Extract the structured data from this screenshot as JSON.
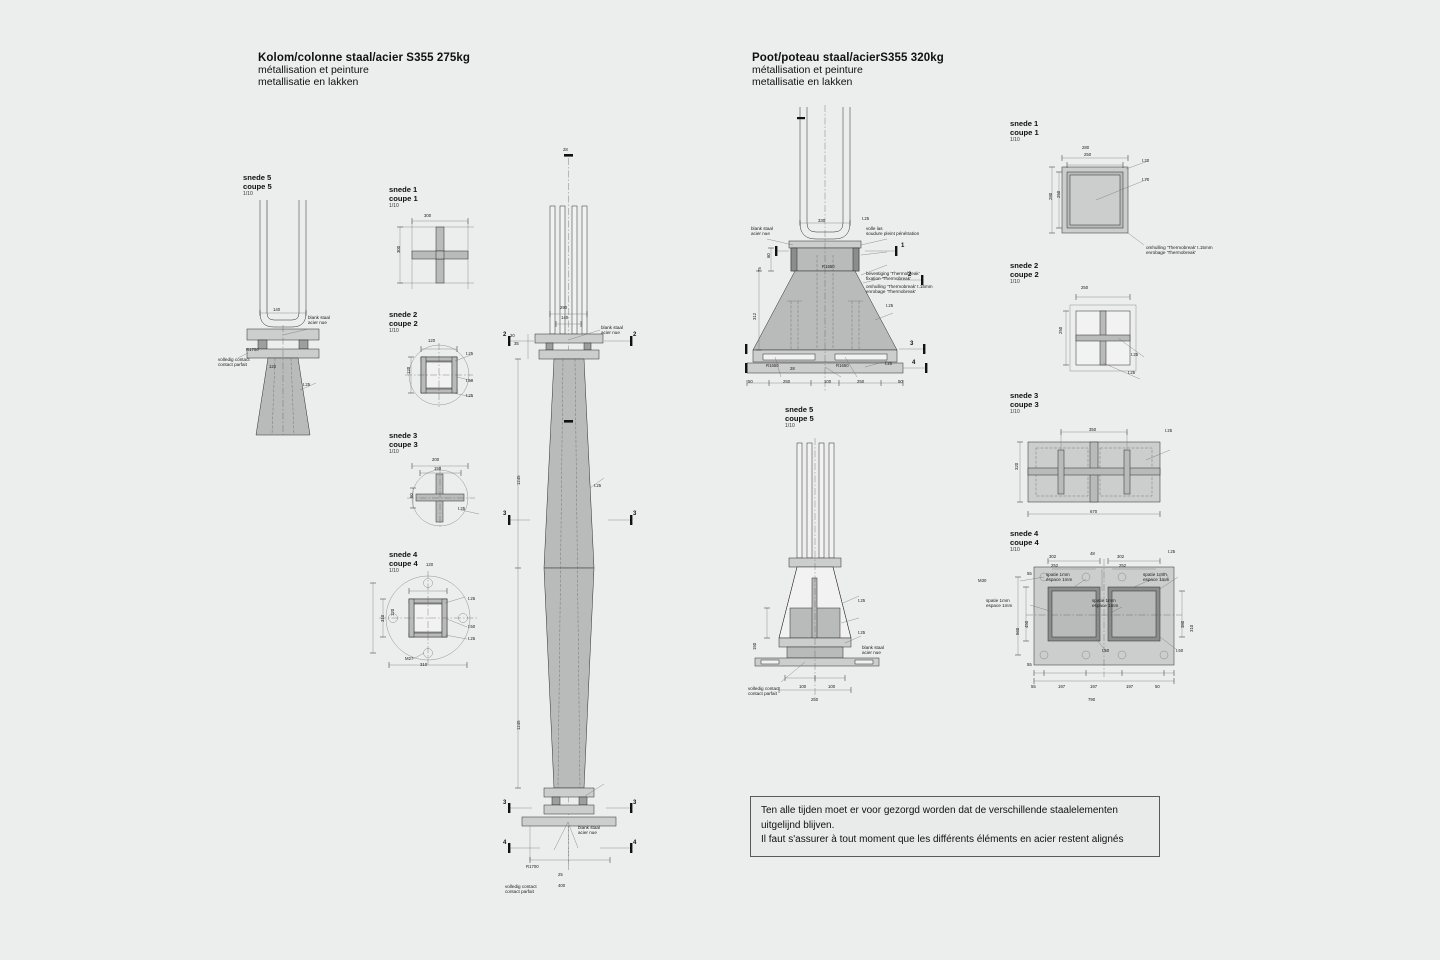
{
  "sheet": {
    "background": "#eceded",
    "line_color": "#2b2b2b"
  },
  "titles": {
    "left": {
      "heading": "Kolom/colonne staal/acier S355 275kg",
      "line2": "métallisation et peinture",
      "line3": "metallisatie en lakken"
    },
    "right": {
      "heading": "Poot/poteau staal/acierS355 320kg",
      "line2": "métallisation et peinture",
      "line3": "metallisatie en lakken"
    }
  },
  "note": {
    "line1": "Ten alle tijden moet er voor gezorgd worden dat de verschillende staalelementen",
    "line2": "uitgelijnd blijven.",
    "line3": "Il faut s'assurer à tout moment que les différents éléments en acier restent alignés"
  },
  "common_labels": {
    "blank_staal": "blank staal",
    "acier_nue": "acier nue",
    "volledig_contact": "volledig contact",
    "contact_parfait": "contact parfait",
    "volle_las": "volle las",
    "soudure": "soudure pleint pénétration",
    "bevestiging": "bevestiging 'Thermobreak'",
    "fixation": "fixation 'Thermobreak'",
    "omhulling": "omhulling 'Thermobreak' t.15mm",
    "enrobage": "enrobage 'Thermobreak'",
    "spatie": "spatie 1mm",
    "espace": "espace 1mm",
    "m30": "M30",
    "m27": "M27",
    "t20": "t.20",
    "t25": "t.25",
    "t50": "t.50",
    "t70": "t.70",
    "t15": "t.15"
  },
  "kolom": {
    "snede5": {
      "title_nl": "snede 5",
      "title_fr": "coupe 5",
      "scale": "1/10",
      "dims": {
        "width": "140",
        "radius": "R1700",
        "thick": "t.25",
        "inner": "120"
      },
      "labels": {
        "steel_nl": "blank staal",
        "steel_fr": "acier nue",
        "contact_nl": "volledig contact",
        "contact_fr": "contact parfait"
      }
    },
    "snede1": {
      "title_nl": "snede 1",
      "title_fr": "coupe 1",
      "scale": "1/10",
      "dims": {
        "w": "300",
        "h": "300"
      }
    },
    "snede2": {
      "title_nl": "snede 2",
      "title_fr": "coupe 2",
      "scale": "1/10",
      "dims": {
        "w": "120",
        "h": "120",
        "t_top": "t.25",
        "t_mid": "t.50",
        "t_bot": "t.25"
      }
    },
    "snede3": {
      "title_nl": "snede 3",
      "title_fr": "coupe 3",
      "scale": "1/10",
      "dims": {
        "outer": "200",
        "inner": "150",
        "h": "50",
        "t": "t.25"
      }
    },
    "snede4": {
      "title_nl": "snede 4",
      "title_fr": "coupe 4",
      "scale": "1/10",
      "dims": {
        "inner": "120",
        "outer_h": "310",
        "outer_w": "310",
        "mid": "120",
        "t_top": "t.25",
        "t_mid": "t.50",
        "t_bot": "t.25",
        "bolt": "M27"
      }
    },
    "elevation": {
      "top_dim": "28",
      "d_top_total": "290",
      "d_top_inner": "140",
      "d_upper_len": "1245",
      "d_lower_len": "1245",
      "mid_thk": "t.25",
      "base_r": "R1700",
      "base_w": "400",
      "base_h": "25",
      "small_a": "20",
      "small_b": "35",
      "marks": [
        "2",
        "2",
        "3",
        "3",
        "4",
        "4"
      ],
      "labels": {
        "steel_nl": "blank staal",
        "steel_fr": "acier nue",
        "contact_nl": "volledig contact",
        "contact_fr": "contact parfait"
      }
    }
  },
  "poot": {
    "elevation": {
      "d_top": "330",
      "d_t25": "t.25",
      "d_h1": "60",
      "d_h2": "75",
      "d_h3": "312",
      "d_r1": "R1650",
      "d_r2": "R1650",
      "d_r3": "R1650",
      "bottom_dims": [
        "50",
        "250",
        "100",
        "250",
        "50"
      ],
      "d_28": "28",
      "t25b": "t.25",
      "t25c": "t.25",
      "marks": [
        "1",
        "2",
        "3",
        "4"
      ],
      "labels": {
        "steel_nl": "blank staal",
        "steel_fr": "acier nue",
        "weld_nl": "volle las",
        "weld_fr": "soudure pleint pénétration",
        "fix_nl": "bevestiging 'Thermobreak'",
        "fix_fr": "fixation 'Thermobreak'",
        "wrap_nl": "omhulling 'Thermobreak' t.15mm",
        "wrap_fr": "enrobage 'Thermobreak'"
      }
    },
    "snede5": {
      "title_nl": "snede 5",
      "title_fr": "coupe 5",
      "scale": "1/10",
      "dims": {
        "h": "150",
        "b1": "100",
        "b2": "100",
        "total": "250",
        "t1": "t.25",
        "t2": "t.25"
      },
      "labels": {
        "steel_nl": "blank staal",
        "steel_fr": "acier nue",
        "contact_nl": "volledig contact",
        "contact_fr": "contact parfait"
      }
    },
    "snede1": {
      "title_nl": "snede 1",
      "title_fr": "coupe 1",
      "scale": "1/10",
      "dims": {
        "outer_w": "280",
        "inner_w": "250",
        "outer_h": "280",
        "inner_h": "250",
        "t_a": "t.20",
        "t_b": "t.70"
      },
      "labels": {
        "wrap_nl": "omhulling 'Thermobreak' t.15mm",
        "wrap_fr": "enrobage 'Thermobreak'"
      }
    },
    "snede2": {
      "title_nl": "snede 2",
      "title_fr": "coupe 2",
      "scale": "1/10",
      "dims": {
        "w": "250",
        "h": "250",
        "t_a": "t.25",
        "t_b": "t.25"
      }
    },
    "snede3": {
      "title_nl": "snede 3",
      "title_fr": "coupe 3",
      "scale": "1/10",
      "dims": {
        "inner": "350",
        "total": "670",
        "h": "320",
        "t": "t.25"
      }
    },
    "snede4": {
      "title_nl": "snede 4",
      "title_fr": "coupe 4",
      "scale": "1/10",
      "dims": {
        "a302_l": "302",
        "a302_r": "302",
        "a48": "48",
        "a252_l": "252",
        "a252_r": "252",
        "total_w": "790",
        "h_560": "560",
        "h_450": "450",
        "h_380": "380",
        "h_310": "310",
        "e55": "55",
        "e197_1": "197",
        "e197_2": "197",
        "e197_3": "197",
        "e50": "50",
        "v55": "55",
        "v55b": "55",
        "t25": "t.25",
        "t50": "t.50",
        "t50b": "t.50",
        "bolt": "M30",
        "sp_nl": "spatie 1mm",
        "sp_fr": "espace 1mm"
      }
    }
  }
}
